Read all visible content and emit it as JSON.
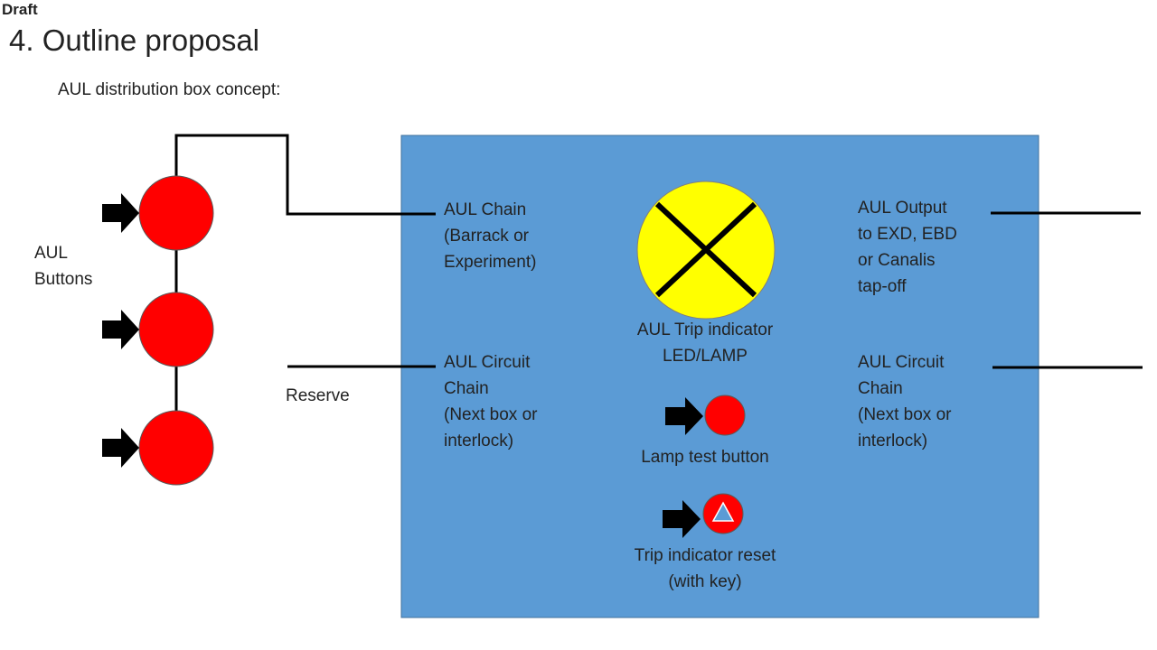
{
  "header": {
    "draft": "Draft",
    "title": "4. Outline proposal",
    "subtitle": "AUL distribution box concept:"
  },
  "left": {
    "buttons_label": "AUL\nButtons",
    "reserve_label": "Reserve"
  },
  "box": {
    "chain_in": "AUL Chain\n(Barrack or\nExperiment)",
    "circuit_in": "AUL Circuit\nChain\n(Next box or\ninterlock)",
    "trip_indicator": "AUL Trip indicator\nLED/LAMP",
    "lamp_test": "Lamp test button",
    "trip_reset": "Trip indicator reset\n(with key)",
    "output": "AUL Output\nto EXD, EBD\nor Canalis\ntap-off",
    "circuit_out": "AUL Circuit\nChain\n(Next box or\ninterlock)"
  },
  "colors": {
    "box_fill": "#5b9bd5",
    "button_red": "#ff0000",
    "lamp_yellow": "#ffff00",
    "arrow": "#000000",
    "reset_triangle": "#5b9bd5"
  },
  "icons": {
    "arrow": "arrow-right-icon",
    "lamp": "lamp-x-icon",
    "reset": "triangle-up-icon"
  }
}
